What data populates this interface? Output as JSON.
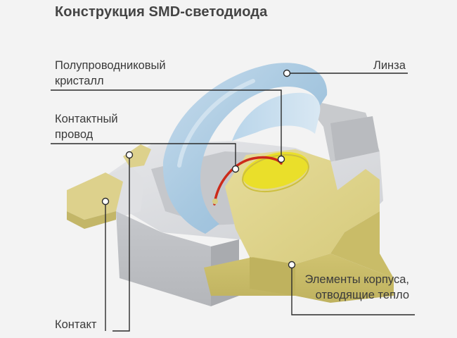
{
  "title": "Конструкция SMD-светодиода",
  "labels": {
    "crystal_line1": "Полупроводниковый",
    "crystal_line2": "кристалл",
    "lens": "Линза",
    "wire_line1": "Контактный",
    "wire_line2": "провод",
    "housing_line1": "Элементы корпуса,",
    "housing_line2": "отводящие тепло",
    "contact": "Контакт"
  },
  "colors": {
    "background": "#f3f3f3",
    "lens_blue": "#a9cbe3",
    "body_grey": "#d2d4d8",
    "heatsink_yellow": "#d8cd82",
    "crystal_yellow": "#ecdf1c",
    "wire_red": "#cc2a1a",
    "leader_line": "#2b2b2b"
  }
}
